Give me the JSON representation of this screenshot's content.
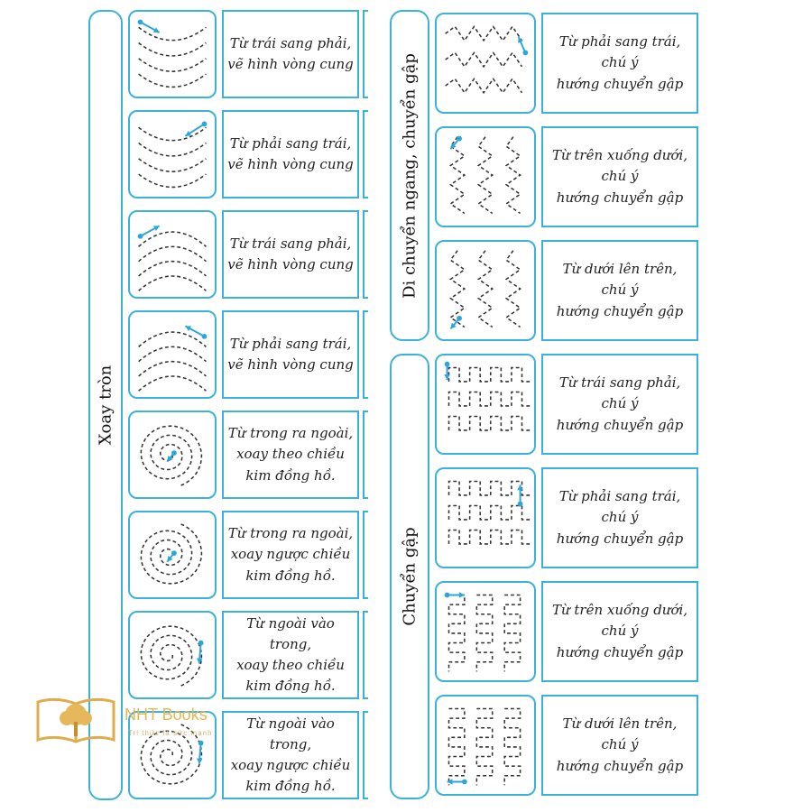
{
  "sections": {
    "left": "Xoay tròn",
    "right_top": "Di chuyển ngang, chuyển gập",
    "right_bottom": "Chuyển gập"
  },
  "left_items": [
    {
      "line1": "Từ trái sang phải,",
      "line2": "vẽ hình vòng cung",
      "pattern": "arc-down-left-arrow"
    },
    {
      "line1": "Từ phải sang trái,",
      "line2": "vẽ hình vòng cung",
      "pattern": "arc-down-right-arrow"
    },
    {
      "line1": "Từ trái sang phải,",
      "line2": "vẽ hình vòng cung",
      "pattern": "arc-up-left-arrow"
    },
    {
      "line1": "Từ phải sang trái,",
      "line2": "vẽ hình vòng cung",
      "pattern": "arc-up-right-arrow"
    },
    {
      "line1": "Từ trong ra ngoài,",
      "line2": "xoay theo chiều",
      "line3": "kim đồng hồ.",
      "pattern": "spiral-out-cw"
    },
    {
      "line1": "Từ trong ra ngoài,",
      "line2": "xoay ngược chiều",
      "line3": "kim đồng hồ.",
      "pattern": "spiral-out-ccw"
    },
    {
      "line1": "Từ ngoài vào trong,",
      "line2": "xoay theo chiều",
      "line3": "kim đồng hồ.",
      "pattern": "spiral-in-cw"
    },
    {
      "line1": "Từ ngoài vào trong,",
      "line2": "xoay ngược chiều",
      "line3": "kim đồng hồ.",
      "pattern": "spiral-in-ccw"
    }
  ],
  "right_items": [
    {
      "line1": "Từ phải sang trái,",
      "line2": "chú ý",
      "line3": "hướng chuyển gập",
      "pattern": "zigzag-horizontal"
    },
    {
      "line1": "Từ trên xuống dưới,",
      "line2": "chú ý",
      "line3": "hướng chuyển gập",
      "pattern": "zigzag-vertical-down"
    },
    {
      "line1": "Từ dưới lên trên,",
      "line2": "chú ý",
      "line3": "hướng chuyển gập",
      "pattern": "zigzag-vertical-up"
    },
    {
      "line1": "Từ trái sang phải,",
      "line2": "chú ý",
      "line3": "hướng chuyển gập",
      "pattern": "square-wave-horizontal-right"
    },
    {
      "line1": "Từ phải sang trái,",
      "line2": "chú ý",
      "line3": "hướng chuyển gập",
      "pattern": "square-wave-horizontal-left"
    },
    {
      "line1": "Từ trên xuống dưới,",
      "line2": "chú ý",
      "line3": "hướng chuyển gập",
      "pattern": "square-wave-vertical-down"
    },
    {
      "line1": "Từ dưới lên trên,",
      "line2": "chú ý",
      "line3": "hướng chuyển gập",
      "pattern": "square-wave-vertical-up"
    }
  ],
  "watermark": {
    "brand": "NHT Books",
    "tagline": "Tri thức là sức mạnh",
    "logo_icon": "tree-book-logo-icon"
  },
  "colors": {
    "frame": "#3bb3d9",
    "arrow": "#2aa6dd",
    "dash": "#333333",
    "logo": "#e0ac4c"
  }
}
